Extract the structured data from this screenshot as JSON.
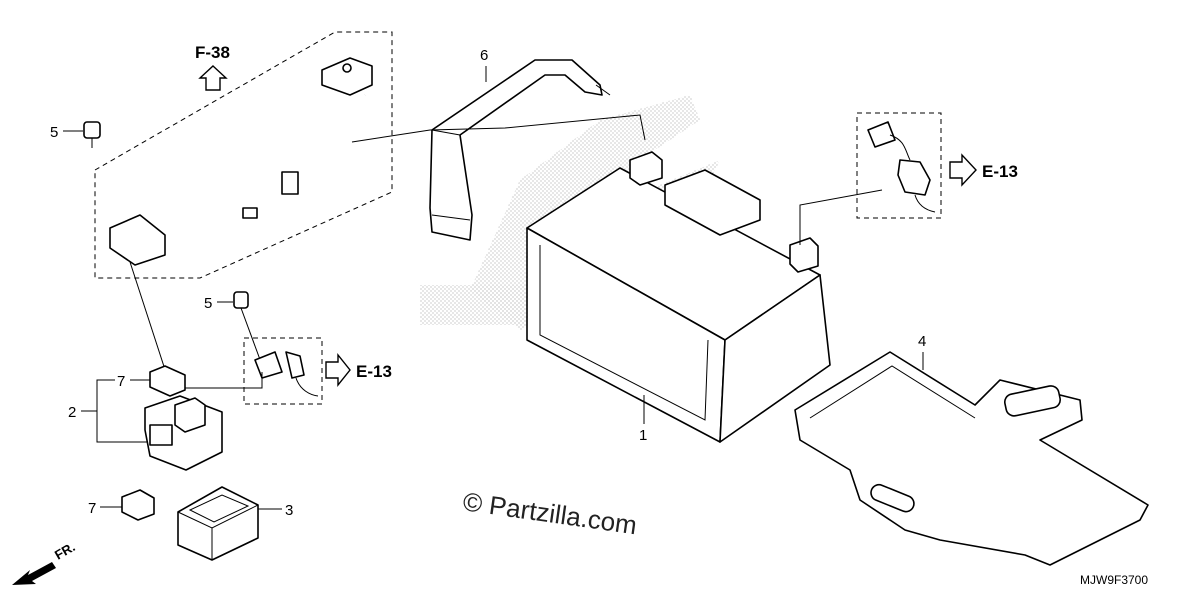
{
  "callouts": {
    "c1": "1",
    "c2": "2",
    "c3": "3",
    "c4": "4",
    "c5a": "5",
    "c5b": "5",
    "c6": "6",
    "c7a": "7",
    "c7b": "7"
  },
  "references": {
    "f38": "F-38",
    "e13_left": "E-13",
    "e13_right": "E-13"
  },
  "direction_label": "FR.",
  "watermark": "© Partzilla.com",
  "diagram_code": "MJW9F3700"
}
